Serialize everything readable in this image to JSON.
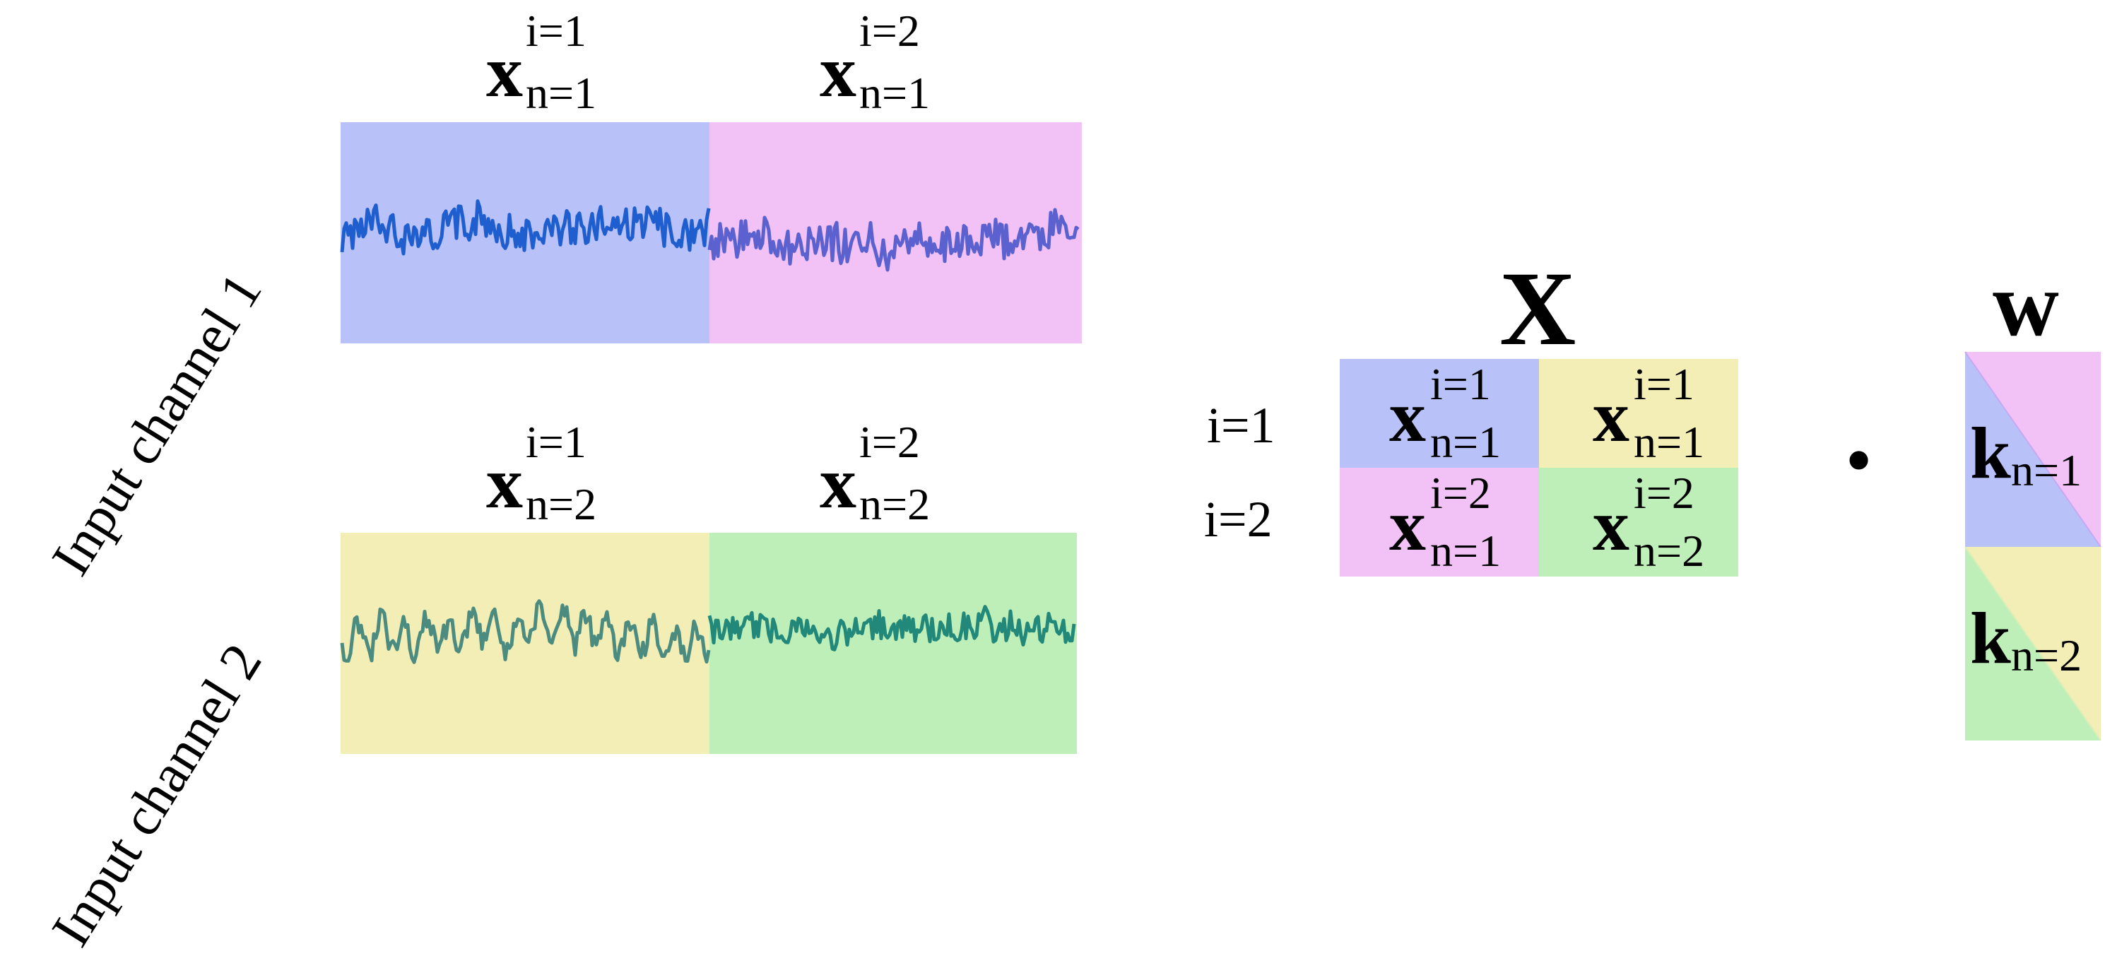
{
  "colors": {
    "blue": "#b8c1f8",
    "pink": "#f2c2f7",
    "yellow": "#f3edb6",
    "green": "#bfefb8",
    "trace_ch1_left": "#1e5ecf",
    "trace_ch1_right": "#5b62cf",
    "trace_ch2_left": "#4c8c80",
    "trace_ch2_right": "#22887a"
  },
  "channel_labels": {
    "ch1": "Input channel 1",
    "ch2": "Input channel 2"
  },
  "segment_labels": {
    "ch1_seg1": {
      "base": "x",
      "sup": "i=1",
      "sub": "n=1"
    },
    "ch1_seg2": {
      "base": "x",
      "sup": "i=2",
      "sub": "n=1"
    },
    "ch2_seg1": {
      "base": "x",
      "sup": "i=1",
      "sub": "n=2"
    },
    "ch2_seg2": {
      "base": "x",
      "sup": "i=2",
      "sub": "n=2"
    }
  },
  "matrix": {
    "title": "X",
    "row_labels": [
      "i=1",
      "i=2"
    ],
    "cells": [
      {
        "base": "x",
        "sup": "i=1",
        "sub": "n=1",
        "color": "blue"
      },
      {
        "base": "x",
        "sup": "i=1",
        "sub": "n=1",
        "color": "yellow"
      },
      {
        "base": "x",
        "sup": "i=2",
        "sub": "n=1",
        "color": "pink"
      },
      {
        "base": "x",
        "sup": "i=2",
        "sub": "n=2",
        "color": "green"
      }
    ]
  },
  "operator": "•",
  "weights": {
    "title": "w",
    "k1": {
      "base": "k",
      "sub": "n=1"
    },
    "k2": {
      "base": "k",
      "sub": "n=2"
    }
  }
}
